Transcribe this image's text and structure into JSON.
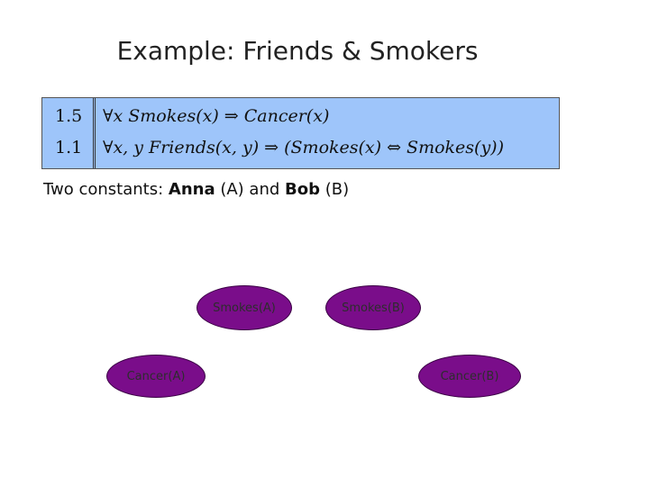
{
  "slide": {
    "title": "Example: Friends & Smokers",
    "formulas": [
      {
        "weight": "1.5",
        "text": "∀x Smokes(x) ⇒ Cancer(x)"
      },
      {
        "weight": "1.1",
        "text": "∀x, y Friends(x, y) ⇒ (Smokes(x) ⇔ Smokes(y))"
      }
    ],
    "constants": {
      "prefix": "Two constants: ",
      "name1": "Anna",
      "abbr1": " (A) and ",
      "name2": "Bob",
      "abbr2": " (B)"
    },
    "nodes": [
      {
        "label": "Smokes(A)"
      },
      {
        "label": "Smokes(B)"
      },
      {
        "label": "Cancer(A)"
      },
      {
        "label": "Cancer(B)"
      }
    ]
  },
  "colors": {
    "formula_box": "#9ec5fa",
    "node_fill": "#7a0d8a"
  }
}
